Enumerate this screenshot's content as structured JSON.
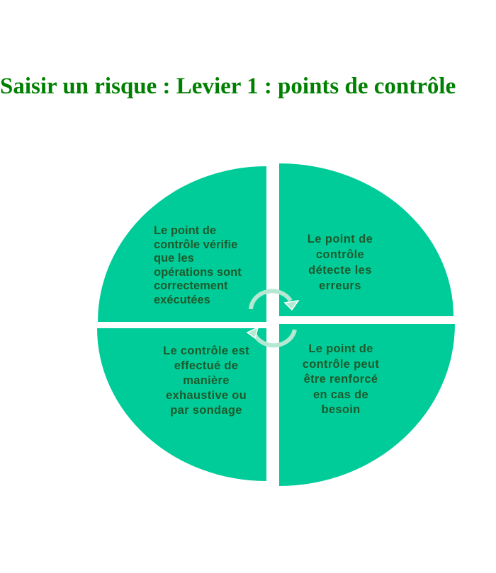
{
  "title": "Saisir un risque : Levier 1  :  points de contrôle",
  "colors": {
    "segment": "#00CC99",
    "text": "#1E5A2C",
    "title": "#008000",
    "arrows": "#B5E8D3"
  },
  "segments": [
    {
      "position": "top-left",
      "lines": [
        "Le point de",
        "contrôle vérifie",
        "que les",
        "opérations sont",
        "correctement",
        "exécutées"
      ]
    },
    {
      "position": "top-right",
      "lines": [
        "Le point de",
        "contrôle",
        "détecte  les",
        "erreurs"
      ]
    },
    {
      "position": "bottom-right",
      "lines": [
        "Le point de",
        "contrôle peut",
        "être renforcé",
        "en cas de",
        "besoin"
      ]
    },
    {
      "position": "bottom-left",
      "lines": [
        "Le contrôle est",
        "effectué de",
        "manière",
        "exhaustive ou",
        "par sondage"
      ]
    }
  ],
  "center_icon": "cycle-arrows-icon"
}
